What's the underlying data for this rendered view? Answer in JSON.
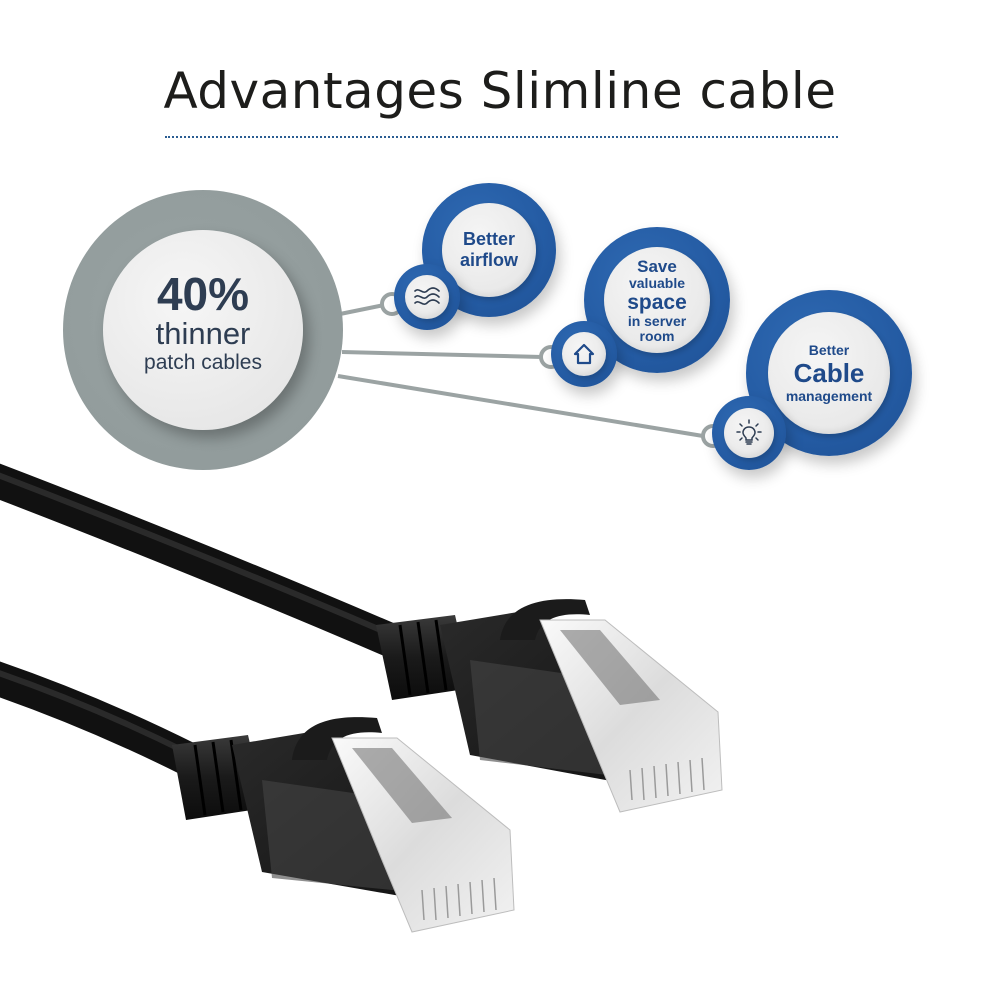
{
  "header": {
    "title": "Advantages Slimline cable"
  },
  "stat": {
    "value": "40%",
    "line1": "thinner",
    "line2": "patch cables"
  },
  "benefits": [
    {
      "icon": "wave-airflow-icon",
      "lines": [
        "Better",
        "airflow"
      ]
    },
    {
      "icon": "house-icon",
      "lines": [
        "Save",
        "valuable",
        "space",
        "in server",
        "room"
      ]
    },
    {
      "icon": "lightbulb-icon",
      "lines": [
        "Better",
        "Cable",
        "management"
      ]
    }
  ],
  "colors": {
    "title": "#1d1d1b",
    "title_rule": "#2b5d92",
    "stat_ring": "#929c9c",
    "stat_text": "#2e3d52",
    "bubble_ring": "#245ba3",
    "bubble_text": "#1f4a8a",
    "bubble_face": "#ececec",
    "connector": "#9ba3a3",
    "cable": "#1a1a1a"
  },
  "product": {
    "image": "two-black-slim-rj45-patch-cable-connectors"
  }
}
